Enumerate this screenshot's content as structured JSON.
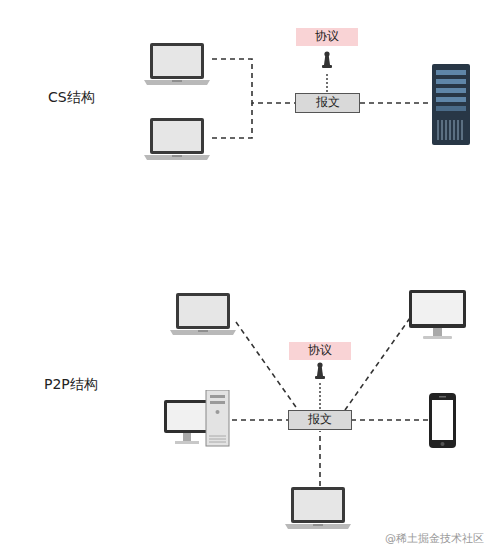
{
  "diagram": {
    "nodes": [
      {
        "text": [
          "协议"
        ]
      },
      {
        "text": [
          "报文"
        ]
      },
      {
        "text": [
          "协议"
        ]
      },
      {
        "text": [
          "报文"
        ]
      }
    ],
    "labels": [
      "CS结构",
      "P2P结构",
      "@稀土掘金技术社区"
    ]
  }
}
